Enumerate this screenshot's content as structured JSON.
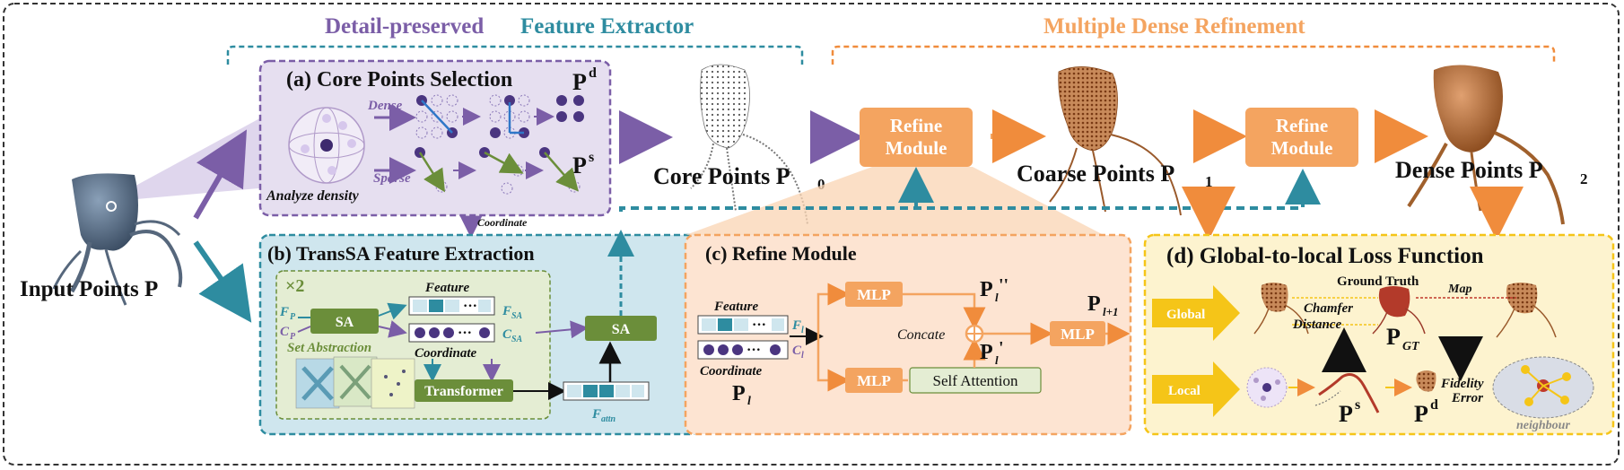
{
  "header": {
    "extractor_title_part1": "Detail-preserved",
    "extractor_title_part2": "Feature Extractor",
    "refinement_title": "Multiple Dense Refinement"
  },
  "input": {
    "label": "Input Points P"
  },
  "panel_a": {
    "title": "(a) Core Points Selection",
    "dense_label": "Dense",
    "sparse_label": "Sparse",
    "analyze_label": "Analyze density",
    "pd_label": "P",
    "pd_sup": "d",
    "ps_label": "P",
    "ps_sup": "s",
    "coordinate_label": "Coordinate"
  },
  "panel_b": {
    "title": "(b) TransSA Feature Extraction",
    "repeat": "×2",
    "sa_label": "SA",
    "fp_label": "F",
    "fp_sub": "P",
    "cp_label": "C",
    "cp_sub": "P",
    "set_abstraction_label": "Set Abstraction",
    "feature_label": "Feature",
    "coordinate_label": "Coordinate",
    "fsa_label": "F",
    "fsa_sub": "SA",
    "csa_label": "C",
    "csa_sub": "SA",
    "transformer_label": "Transformer",
    "sa2_label": "SA",
    "fattn_label": "F",
    "fattn_sub": "attn"
  },
  "stages": {
    "core_label": "Core Points P",
    "core_sub": "0",
    "refine1_line1": "Refine",
    "refine1_line2": "Module",
    "coarse_label": "Coarse Points P",
    "coarse_sub": "1",
    "refine2_line1": "Refine",
    "refine2_line2": "Module",
    "dense_label": "Dense Points P",
    "dense_sub": "2"
  },
  "panel_c": {
    "title": "(c) Refine Module",
    "feature_label": "Feature",
    "coordinate_label": "Coordinate",
    "fl_label": "F",
    "fl_sub": "l",
    "cl_label": "C",
    "cl_sub": "l",
    "pl_label": "P",
    "pl_sub": "l",
    "mlp1": "MLP",
    "mlp2": "MLP",
    "mlp3": "MLP",
    "concate_label": "Concate",
    "self_attention_label": "Self Attention",
    "pl2_label": "P",
    "pl2_sub": "l",
    "pl2_prime": "''",
    "pl1_label": "P",
    "pl1_sub": "l",
    "pl1_prime": "'",
    "out_label": "P",
    "out_sub": "l+1"
  },
  "panel_d": {
    "title": "(d) Global-to-local Loss Function",
    "global_label": "Global",
    "local_label": "Local",
    "ground_truth_label": "Ground Truth",
    "map_label": "Map",
    "chamfer_line1": "Chamfer",
    "chamfer_line2": "Distance",
    "pgt_label": "P",
    "pgt_sub": "GT",
    "fidelity_line1": "Fidelity",
    "fidelity_line2": "Error",
    "ps_label": "P",
    "ps_sup": "s",
    "pd_label": "P",
    "pd_sup": "d",
    "neighbour_label": "neighbour"
  },
  "colors": {
    "purple": "#7b5ea7",
    "teal": "#2e8ca0",
    "orange": "#f4a460",
    "orange_dark": "#f08c3c",
    "green": "#6b8e3a",
    "yellow": "#f5c518"
  }
}
